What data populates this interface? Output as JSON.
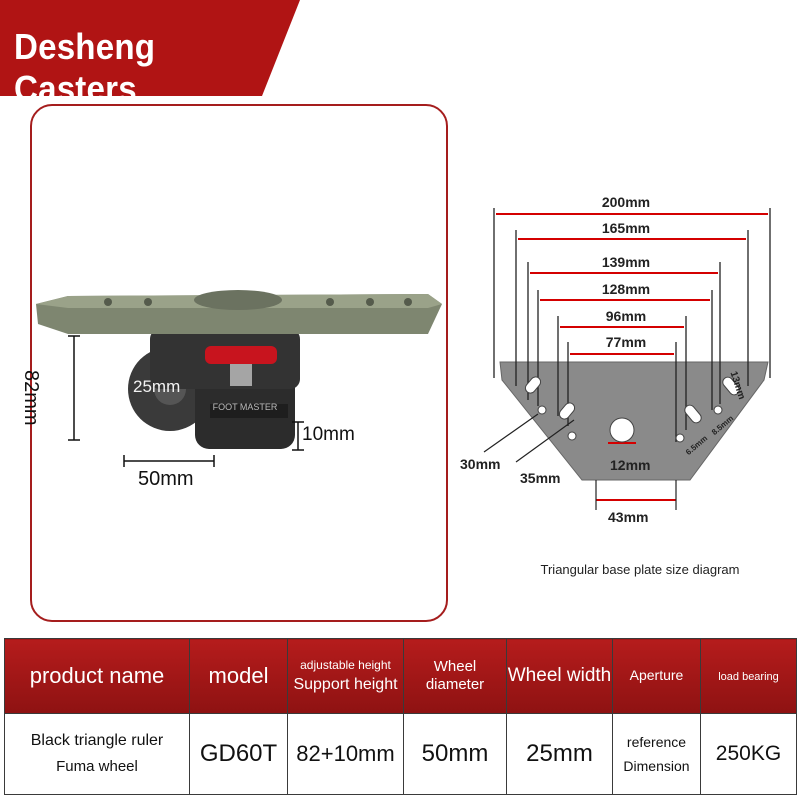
{
  "brand": {
    "name": "Desheng Casters",
    "banner_color": "#b01414"
  },
  "photo": {
    "height_label": "82mm",
    "wheel_width_label": "25mm",
    "foot_height_label": "10mm",
    "wheel_diameter_label": "50mm",
    "wheel_marking": "FOOT MASTER"
  },
  "plate_diagram": {
    "widths": [
      "200mm",
      "165mm",
      "139mm",
      "128mm",
      "96mm",
      "77mm"
    ],
    "slot_label": "13mm",
    "side_offsets": [
      "30mm",
      "35mm"
    ],
    "hole_label": "12mm",
    "tip_label": "43mm",
    "small_gaps": [
      "6.5mm",
      "8.5mm"
    ],
    "caption": "Triangular base plate size diagram",
    "measure_color": "#d40000"
  },
  "table": {
    "headers": {
      "product_name": "product name",
      "model": "model",
      "adjustable_height": "adjustable height",
      "support_height": "Support height",
      "wheel_diameter": "Wheel diameter",
      "wheel_width": "Wheel width",
      "aperture": "Aperture",
      "load_bearing": "load bearing"
    },
    "row": {
      "product_line1": "Black triangle ruler",
      "product_line2": "Fuma wheel",
      "model": "GD60T",
      "support_height": "82+10mm",
      "wheel_diameter": "50mm",
      "wheel_width": "25mm",
      "aperture_line1": "reference",
      "aperture_line2": "Dimension",
      "load_bearing": "250KG"
    }
  }
}
